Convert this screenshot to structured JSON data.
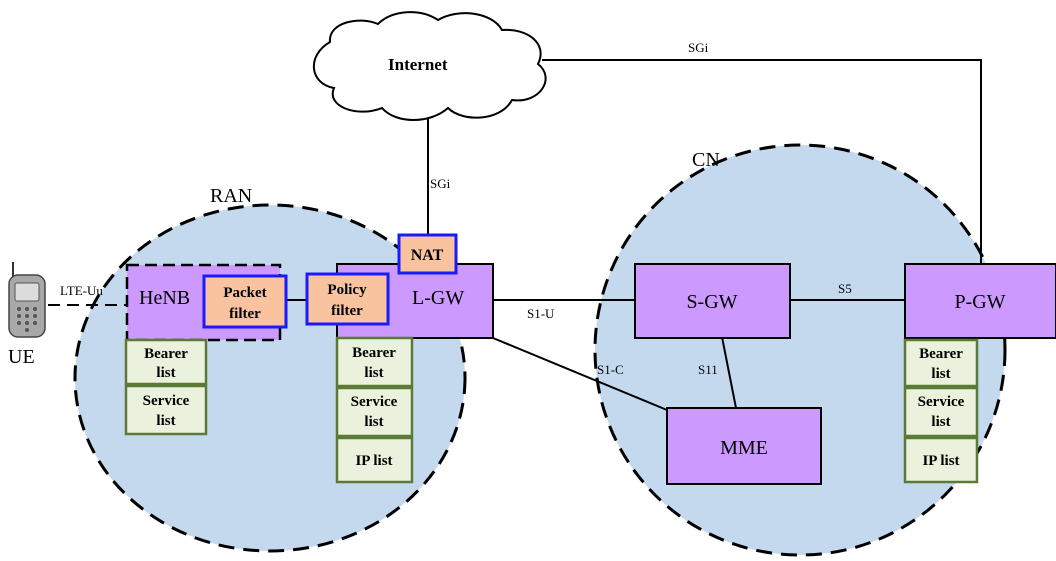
{
  "colors": {
    "region_fill": "#c5d9ee",
    "node_fill": "#cc99ff",
    "filter_fill": "#f9c3a0",
    "filter_border": "#1a1aff",
    "list_fill": "#eaf2de",
    "list_border": "#5a7a35"
  },
  "cloud": {
    "label": "Internet"
  },
  "regions": {
    "ran": "RAN",
    "cn": "CN"
  },
  "ue": {
    "label": "UE",
    "icon": "mobile-phone-icon"
  },
  "nodes": {
    "henb": "HeNB",
    "lgw": "L-GW",
    "sgw": "S-GW",
    "pgw": "P-GW",
    "mme": "MME",
    "nat": "NAT"
  },
  "filters": {
    "packet": [
      "Packet",
      "filter"
    ],
    "policy": [
      "Policy",
      "filter"
    ]
  },
  "lists": {
    "henb": [
      [
        "Bearer",
        "list"
      ],
      [
        "Service",
        "list"
      ]
    ],
    "lgw": [
      [
        "Bearer",
        "list"
      ],
      [
        "Service",
        "list"
      ],
      [
        "IP list"
      ]
    ],
    "pgw": [
      [
        "Bearer",
        "list"
      ],
      [
        "Service",
        "list"
      ],
      [
        "IP list"
      ]
    ]
  },
  "interfaces": {
    "lte_uu": "LTE-Uu",
    "sgi_top": "SGi",
    "sgi_lgw": "SGi",
    "s1u": "S1-U",
    "s1c": "S1-C",
    "s11": "S11",
    "s5": "S5"
  }
}
